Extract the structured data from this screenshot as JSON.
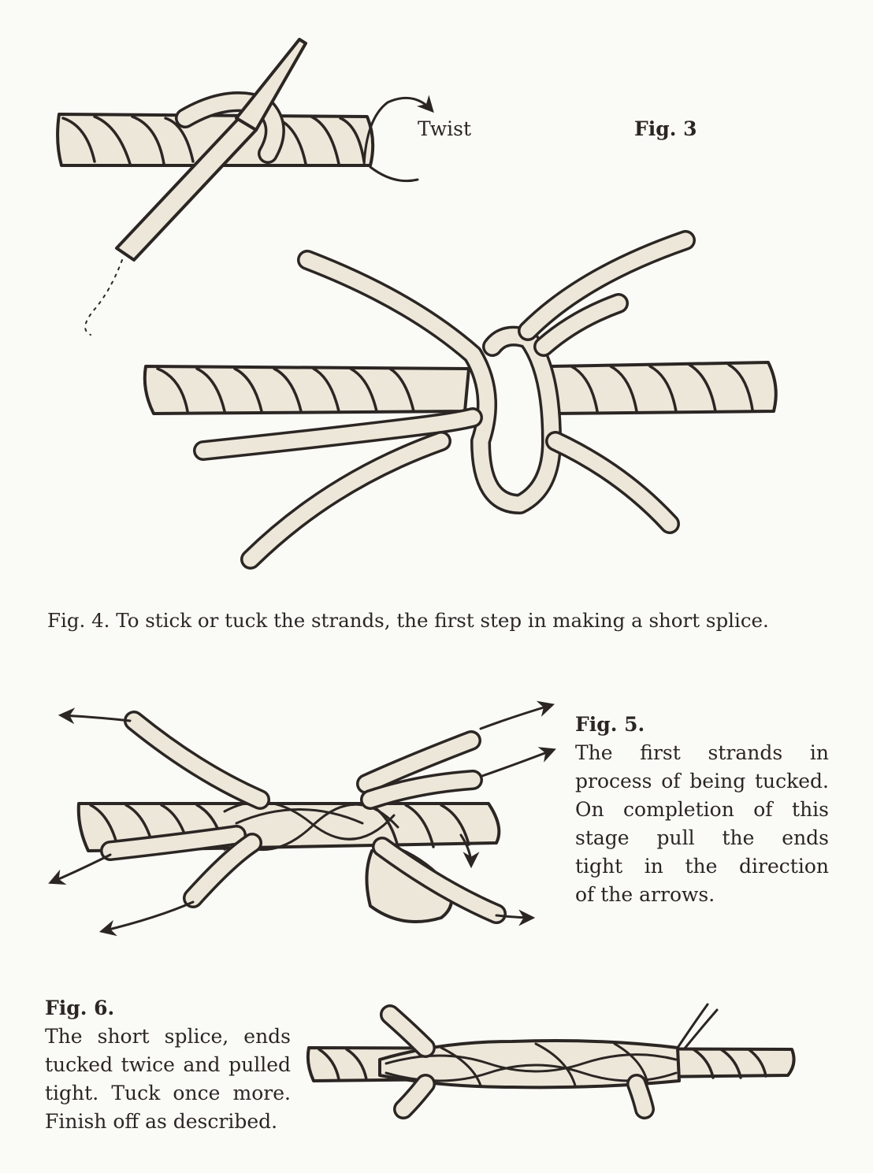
{
  "fig3": {
    "twist_label": "Twist",
    "caption": "Fig. 3"
  },
  "fig4": {
    "caption": "Fig. 4. To stick or tuck the strands, the first step in making a short splice."
  },
  "fig5": {
    "heading": "Fig. 5.",
    "lines": [
      "The first strands in",
      "process of being tucked.",
      "On completion of this",
      "stage pull the ends",
      "tight in the direction",
      "of the arrows."
    ]
  },
  "fig6": {
    "heading": "Fig. 6.",
    "lines": [
      "The short splice, ends",
      "tucked twice and pulled",
      "tight. Tuck once more.",
      "Finish off as described."
    ]
  },
  "colors": {
    "ink": "#2b2623",
    "paper": "#fafaf6",
    "rope_fill": "#ece7d9"
  }
}
